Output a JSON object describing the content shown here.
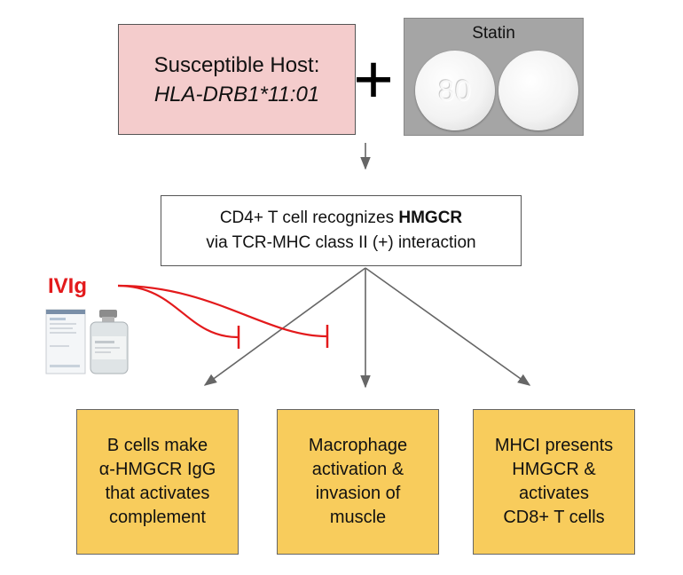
{
  "host": {
    "line1": "Susceptible Host:",
    "line2": "HLA-DRB1*11:01"
  },
  "plus": "+",
  "statin": {
    "label": "Statin",
    "pill_imprint": "80"
  },
  "tcell": {
    "line1_prefix": "CD4+ T cell recognizes ",
    "line1_bold": "HMGCR",
    "line2": "via TCR-MHC class II (+) interaction"
  },
  "ivig": {
    "label": "IVIg"
  },
  "outcomes": [
    {
      "line1": "B cells make",
      "line2": "α-HMGCR IgG",
      "line3": "that activates",
      "line4": "complement"
    },
    {
      "line1": "Macrophage",
      "line2": "activation &",
      "line3": "invasion of",
      "line4": "muscle"
    },
    {
      "line1": "MHCI presents",
      "line2": "HMGCR &",
      "line3": "activates",
      "line4": "CD8+ T cells"
    }
  ],
  "colors": {
    "host_fill": "#f4cccc",
    "outcome_fill": "#f8cc5c",
    "statin_panel": "#a5a5a5",
    "ivig_red": "#e31a1c",
    "arrow_gray": "#666666"
  }
}
